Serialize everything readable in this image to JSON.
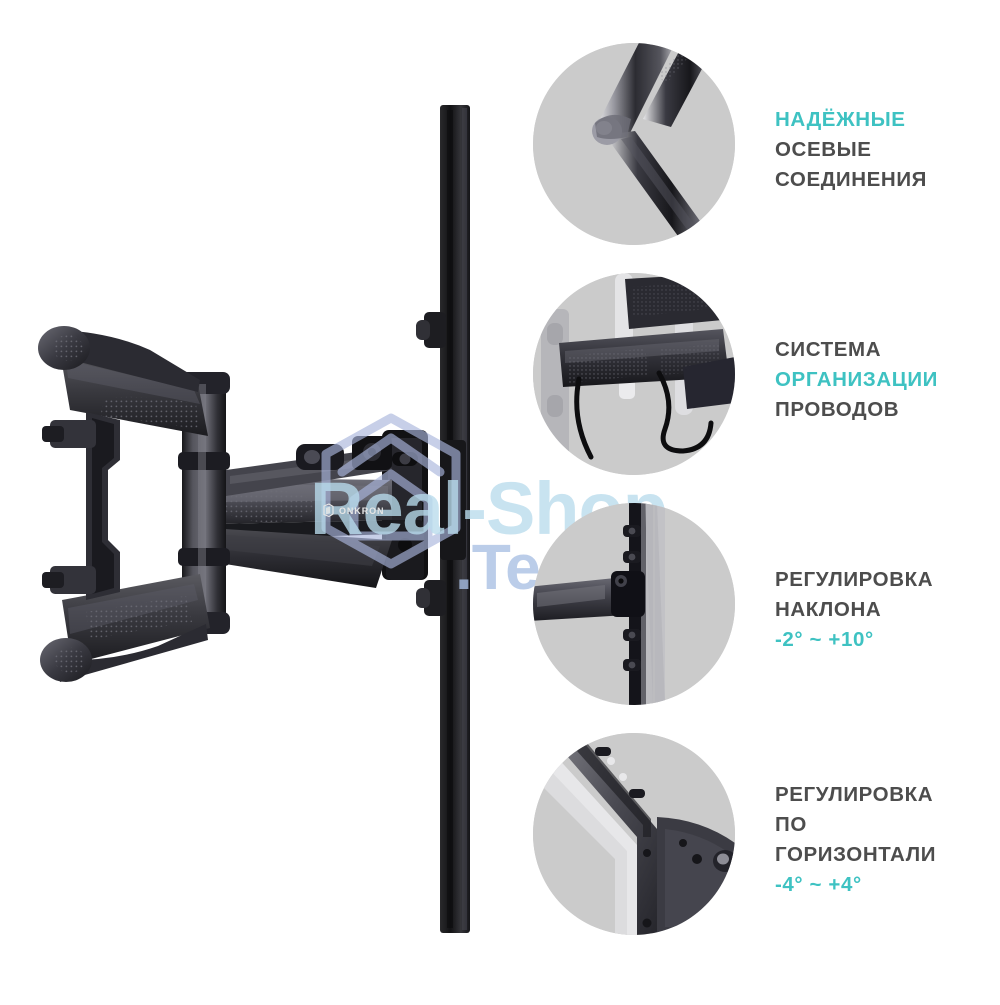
{
  "page": {
    "background_color": "#ffffff",
    "accent_color": "#3ec2c2",
    "text_color": "#4d4d4d",
    "circle_bg_color": "#cbcbcb"
  },
  "product": {
    "brand": "ONKRON",
    "brand_icon": "onkron-cube-icon",
    "description": "full-motion articulating TV wall mount, side view"
  },
  "watermark": {
    "main": "Real-Shop",
    "sub": ".Tech",
    "logo_icon": "hexagon-house-icon",
    "main_color": "#b9dced",
    "sub_color": "#a9bfe4"
  },
  "features": [
    {
      "id": "axial-joints",
      "image_icon": "folded-arm-joint-photo",
      "lines": [
        {
          "text": "НАДЁЖНЫЕ",
          "accent": true
        },
        {
          "text": "ОСЕВЫЕ",
          "accent": false
        },
        {
          "text": "СОЕДИНЕНИЯ",
          "accent": false
        }
      ]
    },
    {
      "id": "cable-management",
      "image_icon": "cable-routing-photo",
      "lines": [
        {
          "text": "СИСТЕМА",
          "accent": false
        },
        {
          "text": "ОРГАНИЗАЦИИ",
          "accent": true
        },
        {
          "text": "ПРОВОДОВ",
          "accent": false
        }
      ]
    },
    {
      "id": "tilt-adjustment",
      "image_icon": "tilt-mechanism-photo",
      "lines": [
        {
          "text": "РЕГУЛИРОВКА",
          "accent": false
        },
        {
          "text": "НАКЛОНА",
          "accent": false
        },
        {
          "text": "-2° ~ +10°",
          "accent": true
        }
      ]
    },
    {
      "id": "horizontal-adjustment",
      "image_icon": "horizontal-rail-photo",
      "lines": [
        {
          "text": "РЕГУЛИРОВКА",
          "accent": false
        },
        {
          "text": "ПО",
          "accent": false
        },
        {
          "text": "ГОРИЗОНТАЛИ",
          "accent": false
        },
        {
          "text": "-4° ~ +4°",
          "accent": true
        }
      ]
    }
  ]
}
